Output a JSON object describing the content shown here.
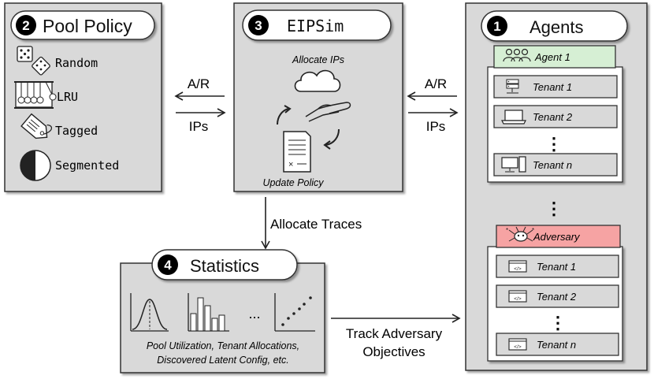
{
  "pool_policy": {
    "number": "2",
    "title": "Pool Policy",
    "items": [
      {
        "label": "Random",
        "icon": "dice-icon"
      },
      {
        "label": "LRU",
        "icon": "newtons-cradle-icon"
      },
      {
        "label": "Tagged",
        "icon": "tag-icon"
      },
      {
        "label": "Segmented",
        "icon": "half-circle-icon"
      }
    ]
  },
  "eipsim": {
    "number": "3",
    "title": "EIPSim",
    "allocate_label": "Allocate IPs",
    "update_label": "Update Policy"
  },
  "agents": {
    "number": "1",
    "title": "Agents",
    "agent_group": {
      "header": "Agent 1",
      "tenants": [
        "Tenant 1",
        "Tenant 2",
        "Tenant n"
      ],
      "ellipsis": "⋮"
    },
    "between_ellipsis": "⋮",
    "adversary_group": {
      "header": "Adversary",
      "tenants": [
        "Tenant 1",
        "Tenant 2",
        "Tenant n"
      ],
      "ellipsis": "⋮"
    },
    "colors": {
      "agent_header": "#d6efd4",
      "adversary_header": "#f6a3a3"
    }
  },
  "statistics": {
    "number": "4",
    "title": "Statistics",
    "ellipsis": "...",
    "caption_line1": "Pool Utilization, Tenant Allocations,",
    "caption_line2": "Discovered Latent Config, etc."
  },
  "arrows": {
    "left_top": "A/R",
    "left_bottom": "IPs",
    "right_top": "A/R",
    "right_bottom": "IPs",
    "allocate_traces": "Allocate Traces",
    "track_line1": "Track Adversary",
    "track_line2": "Objectives"
  },
  "colors": {
    "panel_fill": "#d9d9d9",
    "panel_stroke": "#333333",
    "badge": "#000000"
  }
}
